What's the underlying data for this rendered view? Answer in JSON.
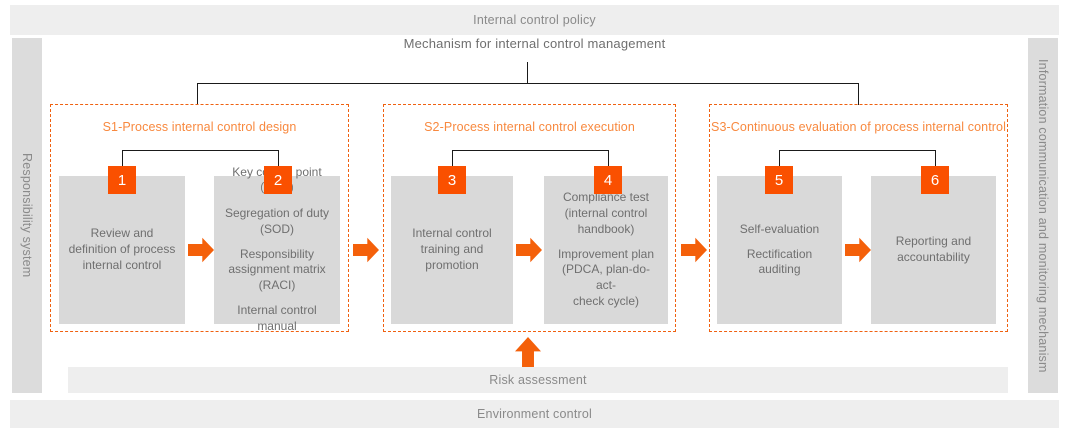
{
  "bands": {
    "policy": "Internal control policy",
    "risk": "Risk assessment",
    "environment": "Environment control"
  },
  "rails": {
    "left": "Responsibility system",
    "right": "Information communication and monitoring mechanism"
  },
  "mechanism_title": "Mechanism for internal control management",
  "colors": {
    "badge_orange": "#FA5000",
    "arrow_orange": "#F4600A",
    "stage_border": "#EF6110",
    "stage_title": "#F8893F",
    "card_grey": "#D9D9D9",
    "band_grey": "#EEEEEE",
    "rail_grey": "#DCDCDC",
    "text_grey": "#6F6F6F",
    "connector_black": "#1A1A1A"
  },
  "stages": [
    {
      "id": "S1",
      "title": "S1-Process internal control design",
      "cards": [
        {
          "number": "1",
          "lines": [
            "Review and\ndefinition of process\ninternal control"
          ]
        },
        {
          "number": "2",
          "lines": [
            "Key control point（KCP）",
            "Segregation of duty\n(SOD)",
            "Responsibility\nassignment matrix\n(RACI)",
            "Internal control manual"
          ]
        }
      ]
    },
    {
      "id": "S2",
      "title": "S2-Process internal control execution",
      "cards": [
        {
          "number": "3",
          "lines": [
            "Internal control\ntraining and\npromotion"
          ]
        },
        {
          "number": "4",
          "lines": [
            "Compliance test\n(internal control\nhandbook)",
            "Improvement plan\n(PDCA, plan-do-act-\ncheck cycle)"
          ]
        }
      ]
    },
    {
      "id": "S3",
      "title": "S3-Continuous evaluation of process internal control",
      "cards": [
        {
          "number": "5",
          "lines": [
            "Self-evaluation",
            "Rectification\nauditing"
          ]
        },
        {
          "number": "6",
          "lines": [
            "Reporting and\naccountability"
          ]
        }
      ]
    }
  ],
  "arrows": {
    "right_1": "arrow-right",
    "right_2": "arrow-right",
    "right_3": "arrow-right",
    "right_4": "arrow-right",
    "right_5": "arrow-right",
    "up_risk": "arrow-up"
  }
}
